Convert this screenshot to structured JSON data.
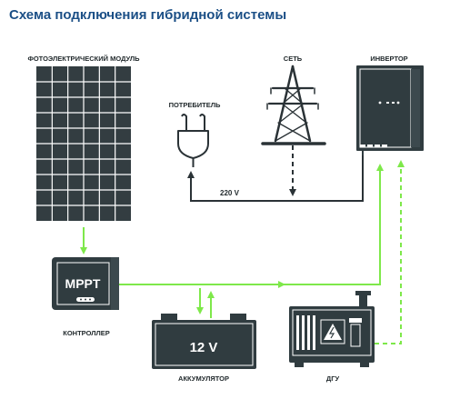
{
  "title": "Схема подключения гибридной системы",
  "labels": {
    "pv_module": "ФОТОЭЛЕКТРИЧЕСКИЙ МОДУЛЬ",
    "grid": "СЕТЬ",
    "inverter": "ИНВЕРТОР",
    "consumer": "ПОТРЕБИТЕЛЬ",
    "voltage": "220 V",
    "controller_face": "MPPT",
    "controller": "КОНТРОЛЛЕР",
    "battery_face": "12 V",
    "battery": "АККУМУЛЯТОР",
    "generator": "ДГУ"
  },
  "colors": {
    "title": "#1b4f86",
    "device": "#303c40",
    "line_dark": "#2a3236",
    "line_green": "#7ee84a",
    "panel_cell": "#333d41",
    "panel_grid": "#ffffff"
  },
  "icons": {
    "pv": "solar-panel-icon",
    "tower": "power-tower-icon",
    "plug": "plug-icon",
    "inverter": "inverter-icon",
    "controller": "mppt-controller-icon",
    "battery": "battery-icon",
    "generator": "generator-icon"
  }
}
